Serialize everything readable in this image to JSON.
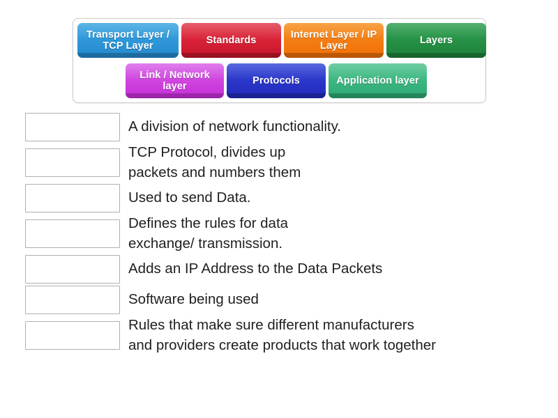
{
  "tiles": {
    "row1": [
      {
        "label": "Transport Layer\n/ TCP Layer",
        "color": "#2e96d8",
        "name": "tile-transport-layer"
      },
      {
        "label": "Standards",
        "color": "#d72136",
        "name": "tile-standards"
      },
      {
        "label": "Internet Layer\n/ IP Layer",
        "color": "#f47c12",
        "name": "tile-internet-layer"
      },
      {
        "label": "Layers",
        "color": "#259045",
        "name": "tile-layers"
      }
    ],
    "row2": [
      {
        "label": "Link /\nNetwork layer",
        "color": "#cf42df",
        "name": "tile-link-network-layer"
      },
      {
        "label": "Protocols",
        "color": "#2a36c9",
        "name": "tile-protocols"
      },
      {
        "label": "Application\nlayer",
        "color": "#3bb57f",
        "name": "tile-application-layer"
      }
    ]
  },
  "matches": [
    {
      "answer": "",
      "prompt": "A division of network functionality."
    },
    {
      "answer": "",
      "prompt": "TCP Protocol, divides up\npackets and numbers them"
    },
    {
      "answer": "",
      "prompt": "Used to send Data."
    },
    {
      "answer": "",
      "prompt": "Defines the rules for data\nexchange/ transmission."
    },
    {
      "answer": "",
      "prompt": "Adds an IP Address to the Data Packets"
    },
    {
      "answer": "",
      "prompt": "Software being used"
    },
    {
      "answer": "",
      "prompt": "Rules that make sure different manufacturers\nand providers create products that work together"
    }
  ]
}
